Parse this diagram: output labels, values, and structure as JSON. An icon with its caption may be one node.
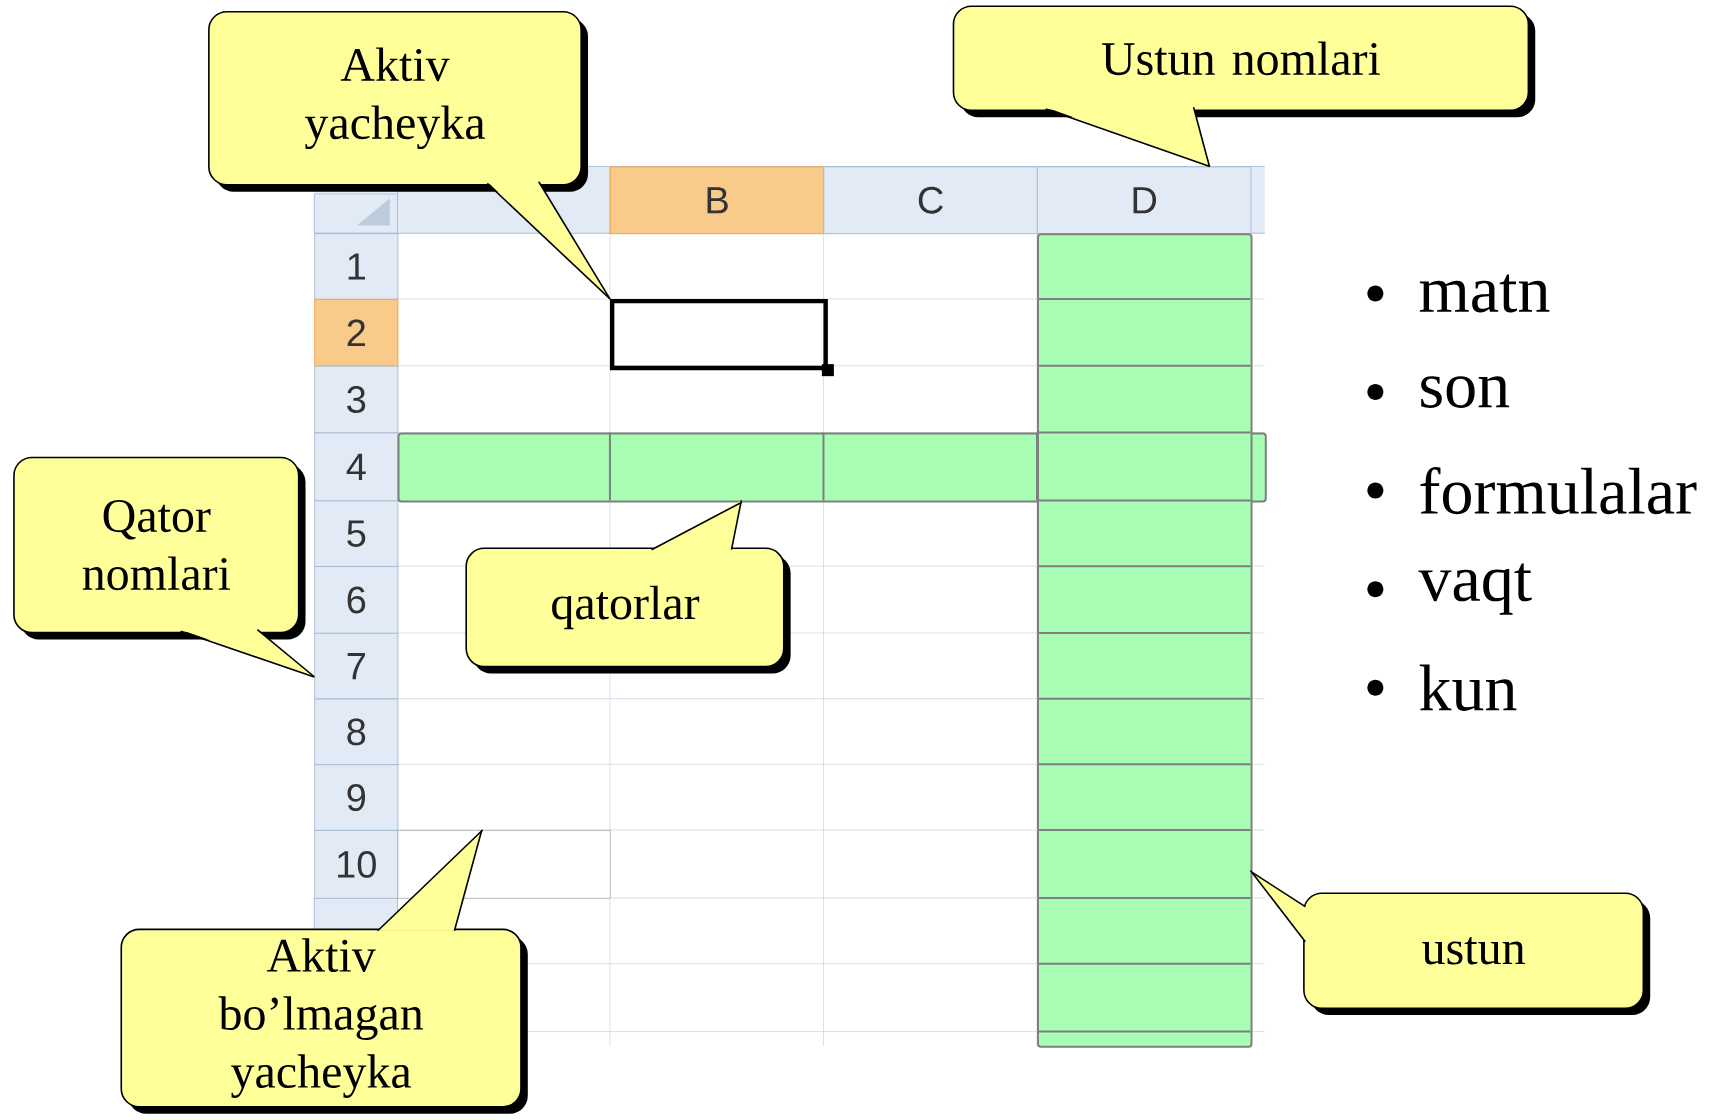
{
  "diagram": {
    "nodes": [
      {
        "text": [
          "Aktiv yacheyka"
        ]
      },
      {
        "text": [
          "Ustun nomlari"
        ]
      },
      {
        "text": [
          "B"
        ]
      },
      {
        "text": [
          "C"
        ]
      },
      {
        "text": [
          "D"
        ]
      },
      {
        "text": [
          "1"
        ]
      },
      {
        "text": [
          "2"
        ]
      },
      {
        "text": [
          "3"
        ]
      },
      {
        "text": [
          "4"
        ]
      },
      {
        "text": [
          "5"
        ]
      },
      {
        "text": [
          "6"
        ]
      },
      {
        "text": [
          "7"
        ]
      },
      {
        "text": [
          "8"
        ]
      },
      {
        "text": [
          "9"
        ]
      },
      {
        "text": [
          "10"
        ]
      },
      {
        "text": [],
        "shape": "box"
      },
      {
        "text": [],
        "shape": "bar"
      },
      {
        "text": [],
        "shape": "bar"
      },
      {
        "text": [
          "Qator nomlari"
        ]
      },
      {
        "text": [
          "qatorlar"
        ]
      },
      {
        "text": [],
        "shape": "box"
      },
      {
        "text": [
          "Aktiv bo’lmagan yacheyka"
        ]
      },
      {
        "text": [
          "ustun"
        ]
      }
    ],
    "edges": [
      {
        "from": 0,
        "to": 15,
        "arrow": "none"
      },
      {
        "from": 1,
        "to": 4,
        "arrow": "none"
      },
      {
        "from": 18,
        "to": 11,
        "arrow": "none"
      },
      {
        "from": 19,
        "to": 16,
        "arrow": "none"
      },
      {
        "from": 21,
        "to": 20,
        "arrow": "none"
      },
      {
        "from": 22,
        "to": 17,
        "arrow": "none"
      }
    ],
    "labels": [
      "matn",
      "son",
      "formulalar",
      "vaqt",
      "kun"
    ]
  }
}
